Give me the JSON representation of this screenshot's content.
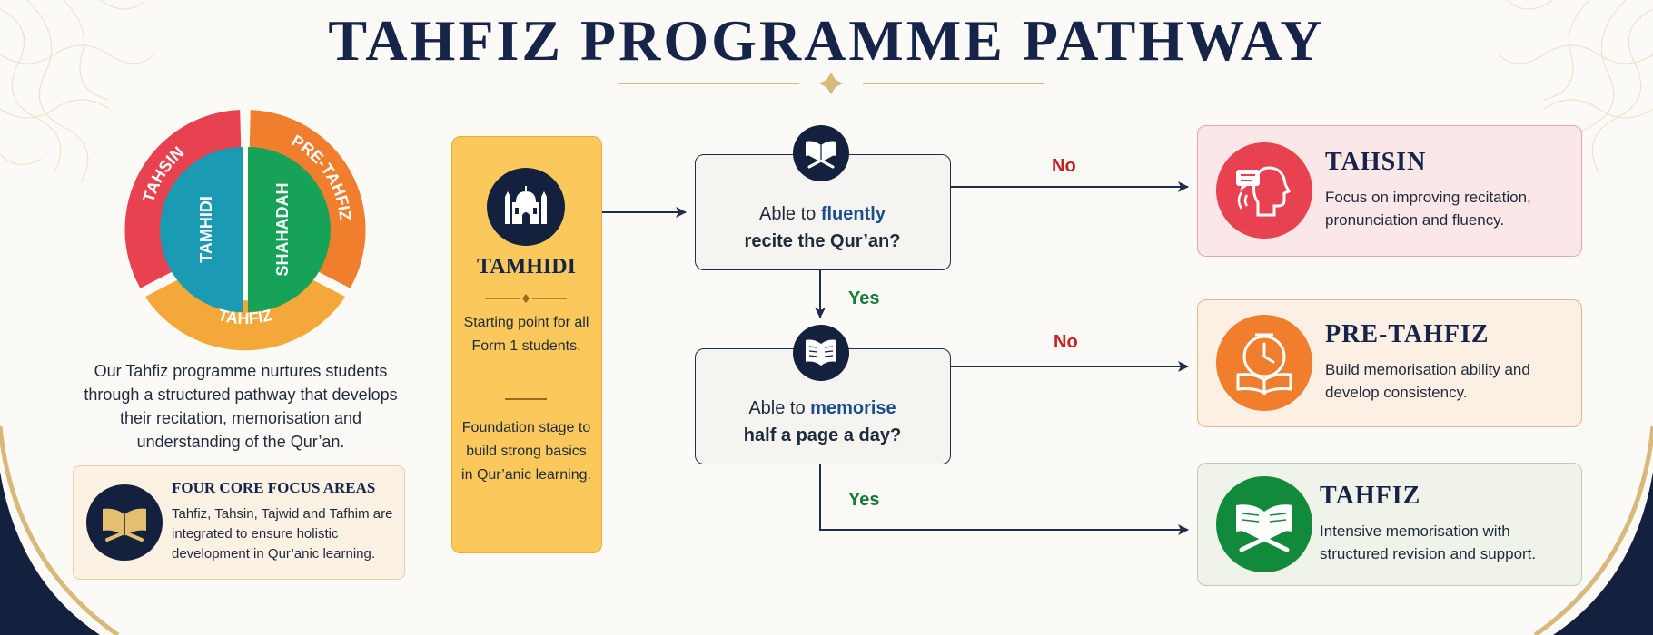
{
  "title": "TAHFIZ PROGRAMME PATHWAY",
  "colors": {
    "navy": "#13213f",
    "gold": "#d9b97a",
    "tahsin_red": "#e8414f",
    "pretahfiz_orange": "#f07e2c",
    "tahfiz_amber": "#f5a83a",
    "tamhidi_teal": "#1a9bb3",
    "shahadah_green": "#17a357",
    "tahfiz_green": "#128a3c",
    "no_red": "#c62020",
    "yes_green": "#177a36"
  },
  "wheel": {
    "outer_segments": [
      "TAHSIN",
      "PRE-TAHFIZ",
      "TAHFIZ"
    ],
    "inner_segments": [
      "TAMHIDI",
      "SHAHADAH"
    ]
  },
  "intro": {
    "text": "Our Tahfiz programme nurtures students through a structured pathway that develops their recitation, memorisation and understanding of the Qur’an."
  },
  "focus": {
    "icon": "quran-icon",
    "title": "FOUR CORE FOCUS AREAS",
    "body": "Tahfiz, Tahsin, Tajwid and Tafhim are integrated to ensure holistic development in Qur’anic learning."
  },
  "tamhidi": {
    "icon": "mosque-icon",
    "title": "TAMHIDI",
    "text1": "Starting point for all Form 1 students.",
    "text2": "Foundation stage to build strong basics in Qur’anic learning."
  },
  "questions": [
    {
      "icon": "quran-stand-icon",
      "line1_prefix": "Able to ",
      "line1_highlight": "fluently",
      "line2": "recite the Qur’an?"
    },
    {
      "icon": "open-book-icon",
      "line1_prefix": "Able to ",
      "line1_highlight": "memorise",
      "line2": "half a page a day?"
    }
  ],
  "labels": {
    "no": "No",
    "yes": "Yes"
  },
  "outcomes": [
    {
      "icon": "speaking-head-icon",
      "title": "TAHSIN",
      "body": "Focus on improving recitation, pronunciation and fluency."
    },
    {
      "icon": "clock-book-icon",
      "title": "PRE-TAHFIZ",
      "body": "Build memorisation ability and develop consistency."
    },
    {
      "icon": "quran-icon",
      "title": "TAHFIZ",
      "body": "Intensive memorisation with structured revision and support."
    }
  ]
}
